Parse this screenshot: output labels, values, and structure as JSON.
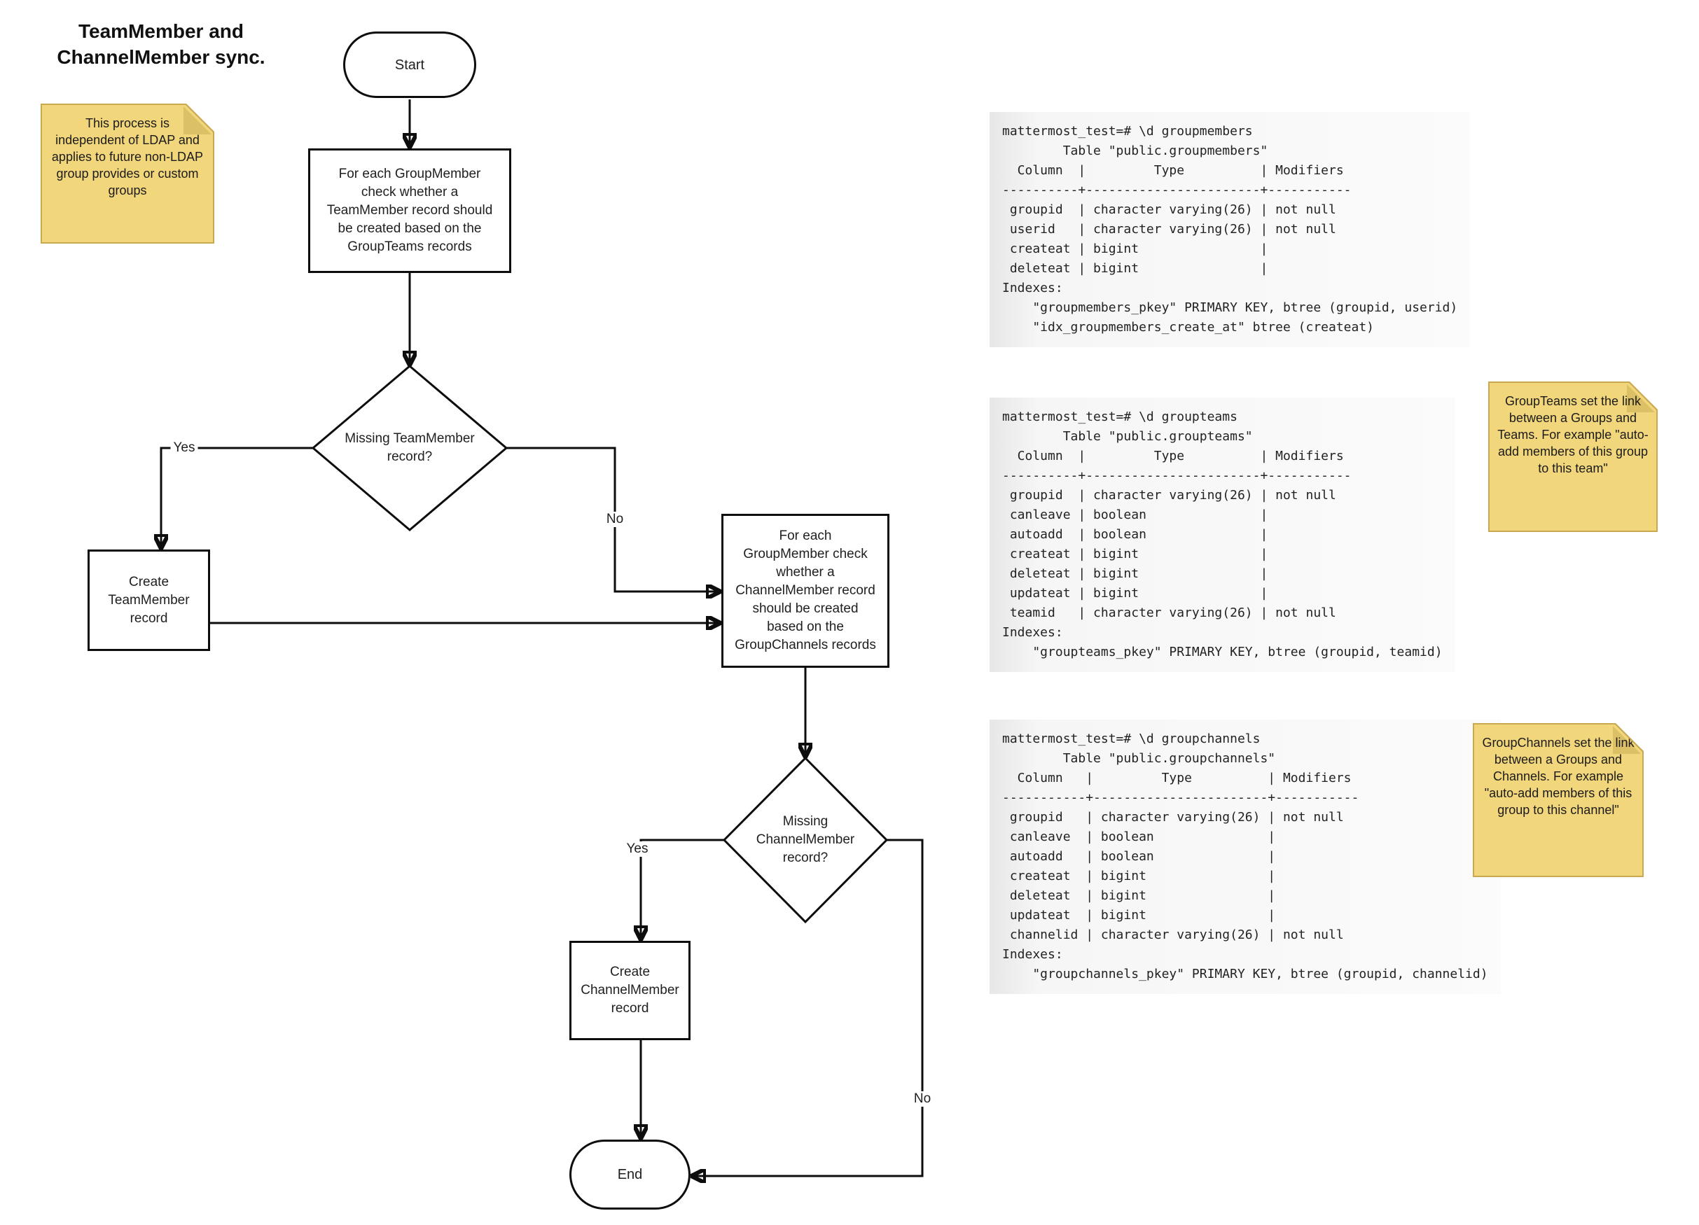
{
  "title": "TeamMember and ChannelMember sync.",
  "notes": {
    "process_note": "This process is independent of LDAP and applies to future non-LDAP group provides or custom groups",
    "groupteams_note": "GroupTeams set the link between a Groups and Teams. For example \"auto-add members of this group to this team\"",
    "groupchannels_note": "GroupChannels set the link between a Groups and Channels. For example \"auto-add members of this group to this channel\""
  },
  "flowchart": {
    "start": "Start",
    "process_check_team": "For each GroupMember check whether a TeamMember record should be created based on the GroupTeams records",
    "decision_team": "Missing TeamMember record?",
    "create_team": "Create TeamMember record",
    "process_check_channel": "For each GroupMember check whether a ChannelMember record should be created based on the GroupChannels records",
    "decision_channel": "Missing ChannelMember record?",
    "create_channel": "Create ChannelMember record",
    "end": "End",
    "labels": {
      "yes1": "Yes",
      "no1": "No",
      "yes2": "Yes",
      "no2": "No"
    }
  },
  "terminals": {
    "groupmembers": {
      "lines": [
        "mattermost_test=# \\d groupmembers",
        "        Table \"public.groupmembers\"",
        "  Column  |         Type          | Modifiers",
        "----------+-----------------------+-----------",
        " groupid  | character varying(26) | not null",
        " userid   | character varying(26) | not null",
        " createat | bigint                |",
        " deleteat | bigint                |",
        "Indexes:",
        "    \"groupmembers_pkey\" PRIMARY KEY, btree (groupid, userid)",
        "    \"idx_groupmembers_create_at\" btree (createat)"
      ]
    },
    "groupteams": {
      "lines": [
        "mattermost_test=# \\d groupteams",
        "        Table \"public.groupteams\"",
        "  Column  |         Type          | Modifiers",
        "----------+-----------------------+-----------",
        " groupid  | character varying(26) | not null",
        " canleave | boolean               |",
        " autoadd  | boolean               |",
        " createat | bigint                |",
        " deleteat | bigint                |",
        " updateat | bigint                |",
        " teamid   | character varying(26) | not null",
        "Indexes:",
        "    \"groupteams_pkey\" PRIMARY KEY, btree (groupid, teamid)"
      ]
    },
    "groupchannels": {
      "lines": [
        "mattermost_test=# \\d groupchannels",
        "        Table \"public.groupchannels\"",
        "  Column   |         Type          | Modifiers",
        "-----------+-----------------------+-----------",
        " groupid   | character varying(26) | not null",
        " canleave  | boolean               |",
        " autoadd   | boolean               |",
        " createat  | bigint                |",
        " deleteat  | bigint                |",
        " updateat  | bigint                |",
        " channelid | character varying(26) | not null",
        "Indexes:",
        "    \"groupchannels_pkey\" PRIMARY KEY, btree (groupid, channelid)"
      ]
    }
  },
  "colors": {
    "line": "#0d0d0d",
    "note_fill": "#f2d67b",
    "note_border": "#c9a850",
    "note_fold": "#dcc066",
    "terminal_bg": "#efefef"
  }
}
